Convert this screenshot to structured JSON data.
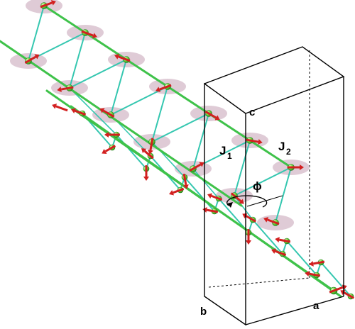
{
  "labels": {
    "c": "c",
    "b": "b",
    "a": "a",
    "phi": "ϕ",
    "j1_main": "J",
    "j1_sub": "1",
    "j2_main": "J",
    "j2_sub": "2"
  },
  "colors": {
    "chain": "#3fc24a",
    "chain_dark": "#1d7f2a",
    "bond": "#35c7b0",
    "atom": "#7be23a",
    "disc": "#d9c2cf",
    "spin": "#d21f1f",
    "cell": "#000000"
  }
}
